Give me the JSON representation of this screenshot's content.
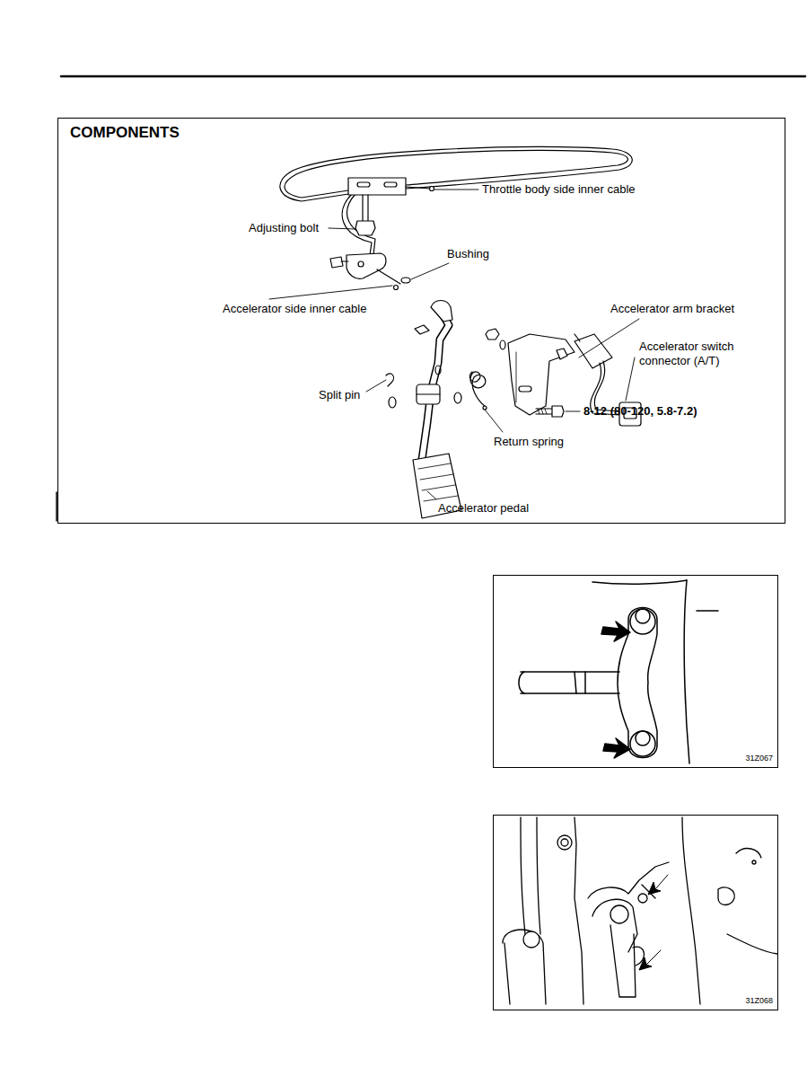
{
  "diagram": {
    "nodes": [
      {
        "text": [
          "COMPONENTS"
        ]
      },
      {
        "text": [
          "31Z067"
        ]
      },
      {
        "text": [
          "31Z068"
        ]
      }
    ],
    "labels": [
      "Throttle body side inner cable",
      "Adjusting bolt",
      "Bushing",
      "Accelerator side inner cable",
      "Accelerator arm bracket",
      "Accelerator switch connector (A/T)",
      "Split pin",
      "8-12 (80-120, 5.8-7.2)",
      "Return spring",
      "Accelerator pedal"
    ]
  }
}
